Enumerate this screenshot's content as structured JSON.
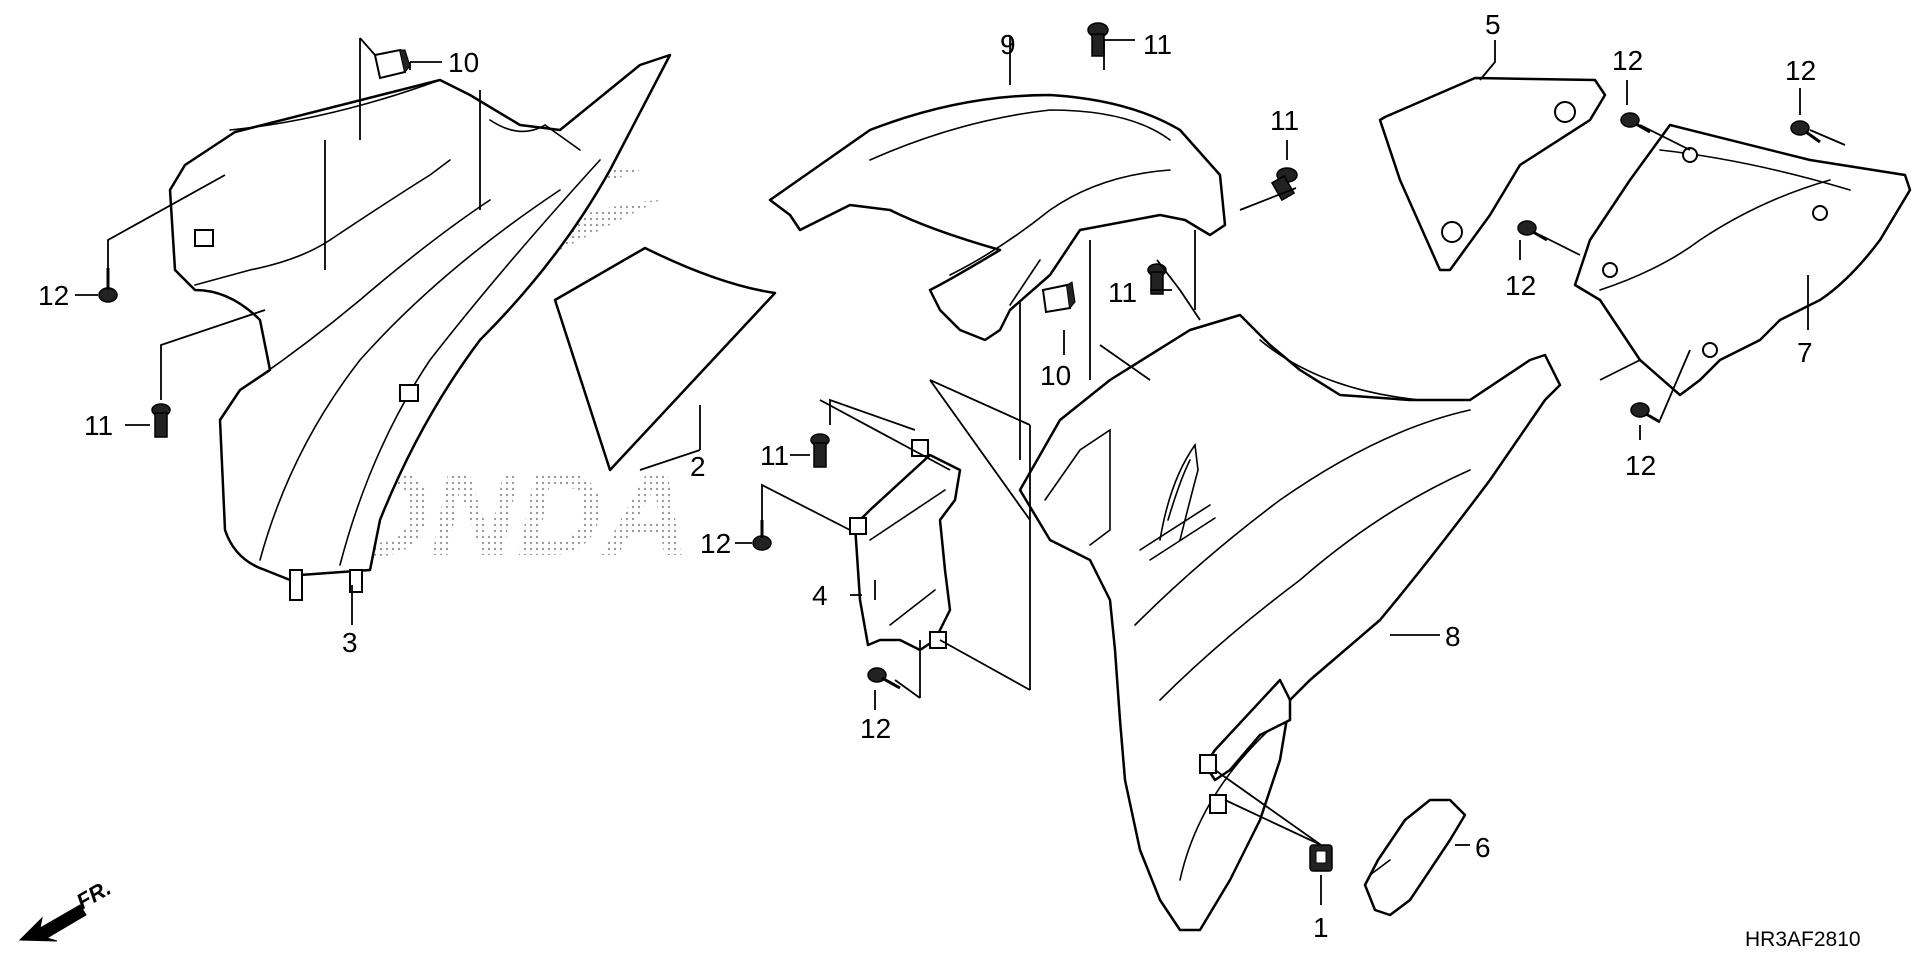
{
  "diagram": {
    "watermark_text": "HONDA",
    "direction_label": "FR.",
    "diagram_code": "HR3AF2810",
    "callouts": {
      "c1": "1",
      "c2": "2",
      "c3": "3",
      "c4": "4",
      "c5": "5",
      "c6": "6",
      "c7": "7",
      "c8": "8",
      "c9": "9",
      "c10a": "10",
      "c10b": "10",
      "c11a": "11",
      "c11b": "11",
      "c11c": "11",
      "c11d": "11",
      "c11e": "11",
      "c12a": "12",
      "c12b": "12",
      "c12c": "12",
      "c12d": "12",
      "c12e": "12",
      "c12f": "12",
      "c12g": "12"
    }
  }
}
